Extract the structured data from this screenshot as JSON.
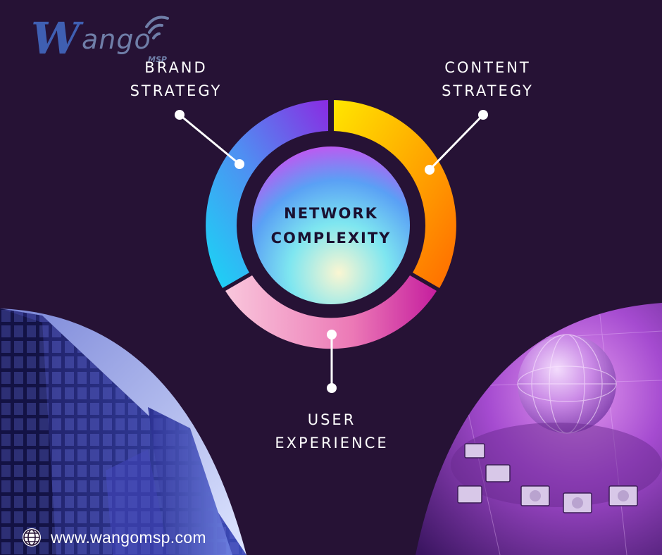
{
  "brand": {
    "logo_w": "W",
    "logo_rest": "ango",
    "logo_suffix": "MSP"
  },
  "diagram": {
    "center": [
      "NETWORK",
      "COMPLEXITY"
    ],
    "segments": [
      {
        "lines": [
          "BRAND",
          "STRATEGY"
        ],
        "colors": [
          "#18d8f5",
          "#7b3cf0"
        ]
      },
      {
        "lines": [
          "CONTENT",
          "STRATEGY"
        ],
        "colors": [
          "#ffd600",
          "#ff7a00"
        ]
      },
      {
        "lines": [
          "USER",
          "EXPERIENCE"
        ],
        "colors": [
          "#f7b8d4",
          "#d63aa8"
        ]
      }
    ]
  },
  "footer": {
    "icon": "globe-icon",
    "url": "www.wangomsp.com"
  },
  "colors": {
    "background": "#261235",
    "text": "#ffffff"
  }
}
